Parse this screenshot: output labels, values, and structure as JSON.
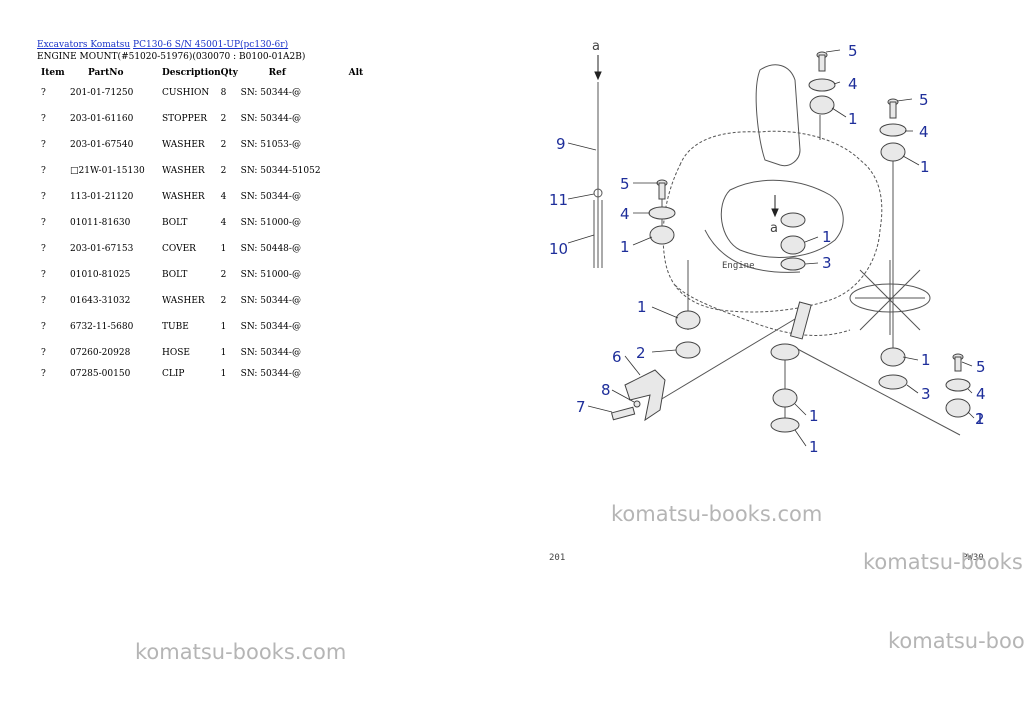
{
  "breadcrumb": {
    "link1": "Excavators Komatsu",
    "link2": "PC130-6 S/N 45001-UP(pc130-6r)"
  },
  "subtitle": "ENGINE MOUNT(#51020-51976)(030070 : B0100-01A2B)",
  "table": {
    "headers": [
      "Item",
      "PartNo",
      "Description",
      "Qty",
      "Ref",
      "Alt"
    ],
    "rows": [
      {
        "item": "?",
        "part": "201-01-71250",
        "desc": "CUSHION",
        "qty": "8",
        "ref": "SN: 50344-@"
      },
      {
        "item": "?",
        "part": "203-01-61160",
        "desc": "STOPPER",
        "qty": "2",
        "ref": "SN: 50344-@"
      },
      {
        "item": "?",
        "part": "203-01-67540",
        "desc": "WASHER",
        "qty": "2",
        "ref": "SN: 51053-@"
      },
      {
        "item": "?",
        "part": "□21W-01-15130",
        "desc": "WASHER",
        "qty": "2",
        "ref": "SN: 50344-51052"
      },
      {
        "item": "?",
        "part": "113-01-21120",
        "desc": "WASHER",
        "qty": "4",
        "ref": "SN: 50344-@"
      },
      {
        "item": "?",
        "part": "01011-81630",
        "desc": "BOLT",
        "qty": "4",
        "ref": "SN: 51000-@"
      },
      {
        "item": "?",
        "part": "203-01-67153",
        "desc": "COVER",
        "qty": "1",
        "ref": "SN: 50448-@"
      },
      {
        "item": "?",
        "part": "01010-81025",
        "desc": "BOLT",
        "qty": "2",
        "ref": "SN: 51000-@"
      },
      {
        "item": "?",
        "part": "01643-31032",
        "desc": "WASHER",
        "qty": "2",
        "ref": "SN: 50344-@"
      },
      {
        "item": "?",
        "part": "6732-11-5680",
        "desc": "TUBE",
        "qty": "1",
        "ref": "SN: 50344-@"
      },
      {
        "item": "?",
        "part": "07260-20928",
        "desc": "HOSE",
        "qty": "1",
        "ref": "SN: 50344-@"
      },
      {
        "item": "?",
        "part": "07285-00150",
        "desc": "CLIP",
        "qty": "1",
        "ref": "SN: 50344-@"
      }
    ]
  },
  "diagram": {
    "callouts": [
      "a",
      "9",
      "11",
      "10",
      "5",
      "4",
      "1",
      "5",
      "4",
      "1",
      "5",
      "4",
      "1",
      "a",
      "1",
      "3",
      "1",
      "2",
      "6",
      "8",
      "7",
      "1",
      "1",
      "3",
      "1",
      "2",
      "5",
      "4",
      "1"
    ],
    "engine_label": "Engine",
    "page_number": "201",
    "page_code": "PW30"
  },
  "watermarks": [
    "komatsu-books.com",
    "komatsu-books",
    "komatsu-books.com",
    "komatsu-boo"
  ]
}
